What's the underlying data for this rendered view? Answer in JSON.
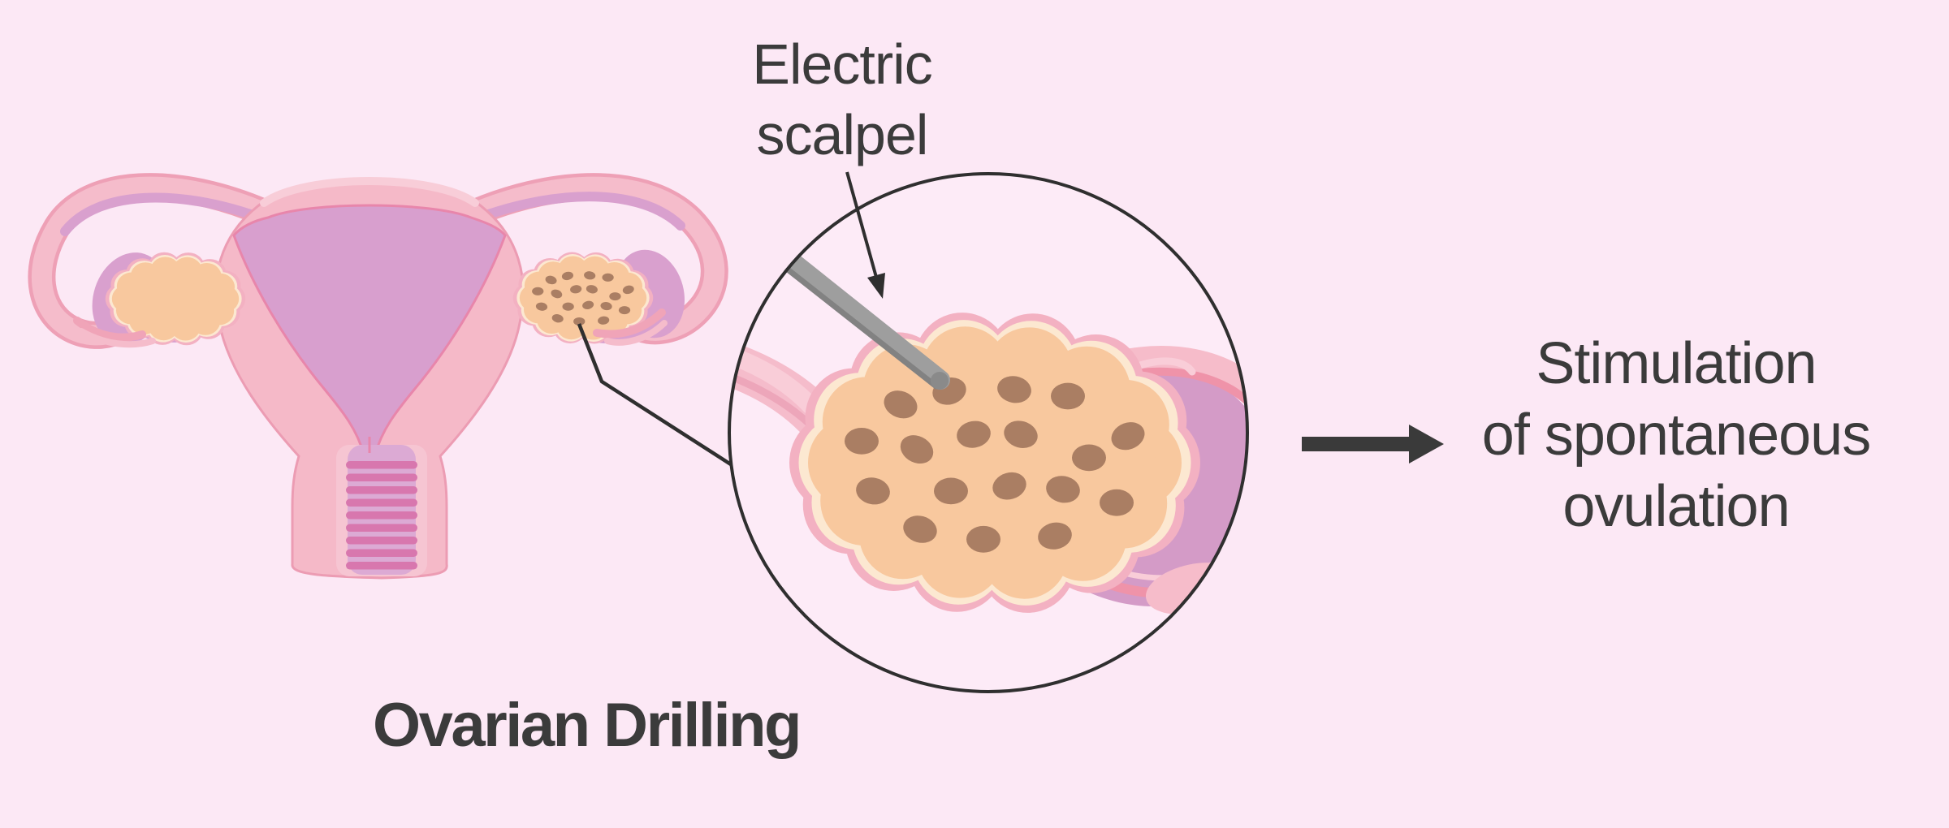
{
  "title": "Ovarian Drilling",
  "labels": {
    "scalpel_line1": "Electric",
    "scalpel_line2": "scalpel",
    "result_line1": "Stimulation",
    "result_line2": "of spontaneous",
    "result_line3": "ovulation"
  },
  "figure": {
    "type": "medical-illustration",
    "subject": "laparoscopic ovarian drilling on a uterus diagram",
    "drill_hole_count": 18,
    "elements": [
      "uterus",
      "fallopian-tubes",
      "left-ovary",
      "right-ovary-with-drill-holes",
      "magnified-ovary-view",
      "electric-scalpel",
      "flow-arrow"
    ]
  },
  "palette": {
    "background": "#fce8f5",
    "uterus_body": "#f5b9c8",
    "uterus_outline": "#ec9cb3",
    "uterus_cavity": "#d89fce",
    "cavity_edge": "#e886ab",
    "cervix_stripe": "#d877ae",
    "cervix_canal": "#dcaad4",
    "ovary_fill": "#f8c89e",
    "ovary_ring": "#fce8d1",
    "ovary_outer_ring": "#f3b1c2",
    "drill_hole": "#aa7e63",
    "fimbria_pink": "#ef93a9",
    "scalpel_gray": "#9e9e9e",
    "line_dark": "#2f2f2f",
    "text": "#3b3b3b"
  }
}
